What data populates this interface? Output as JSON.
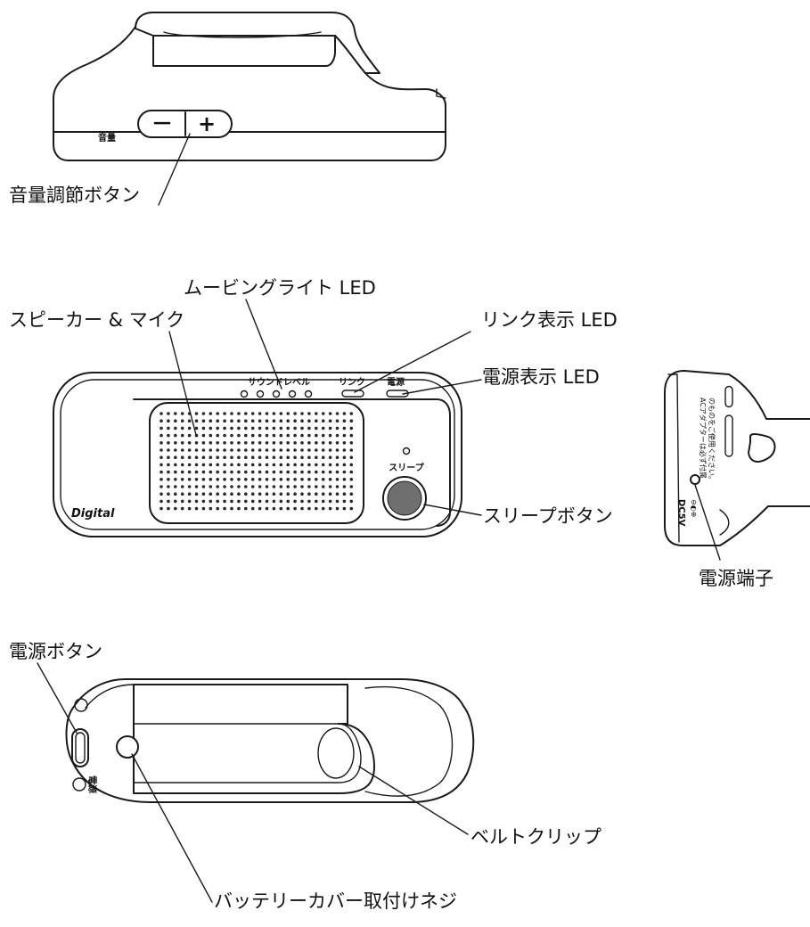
{
  "device_markings": {
    "volume_small": "音量",
    "minus": "－",
    "plus": "+",
    "sound_level": "サウンドレベル",
    "link_small": "リンク",
    "power_small": "電源",
    "sleep_small": "スリープ",
    "brand": "Digital",
    "dc_rating": "DC5V",
    "polarity": "⊖◐⊕",
    "adapter_note_1": "ACアダプターは必ず付属",
    "adapter_note_2": "のものをご使用ください。",
    "back_power": "電源"
  },
  "callouts": {
    "volume_button": "音量調節ボタン",
    "moving_light_led": "ムービングライト LED",
    "speaker_mic": "スピーカー & マイク",
    "link_led": "リンク表示 LED",
    "power_led": "電源表示 LED",
    "sleep_button": "スリープボタン",
    "power_jack": "電源端子",
    "power_button": "電源ボタン",
    "belt_clip": "ベルトクリップ",
    "battery_screw": "バッテリーカバー取付けネジ"
  }
}
